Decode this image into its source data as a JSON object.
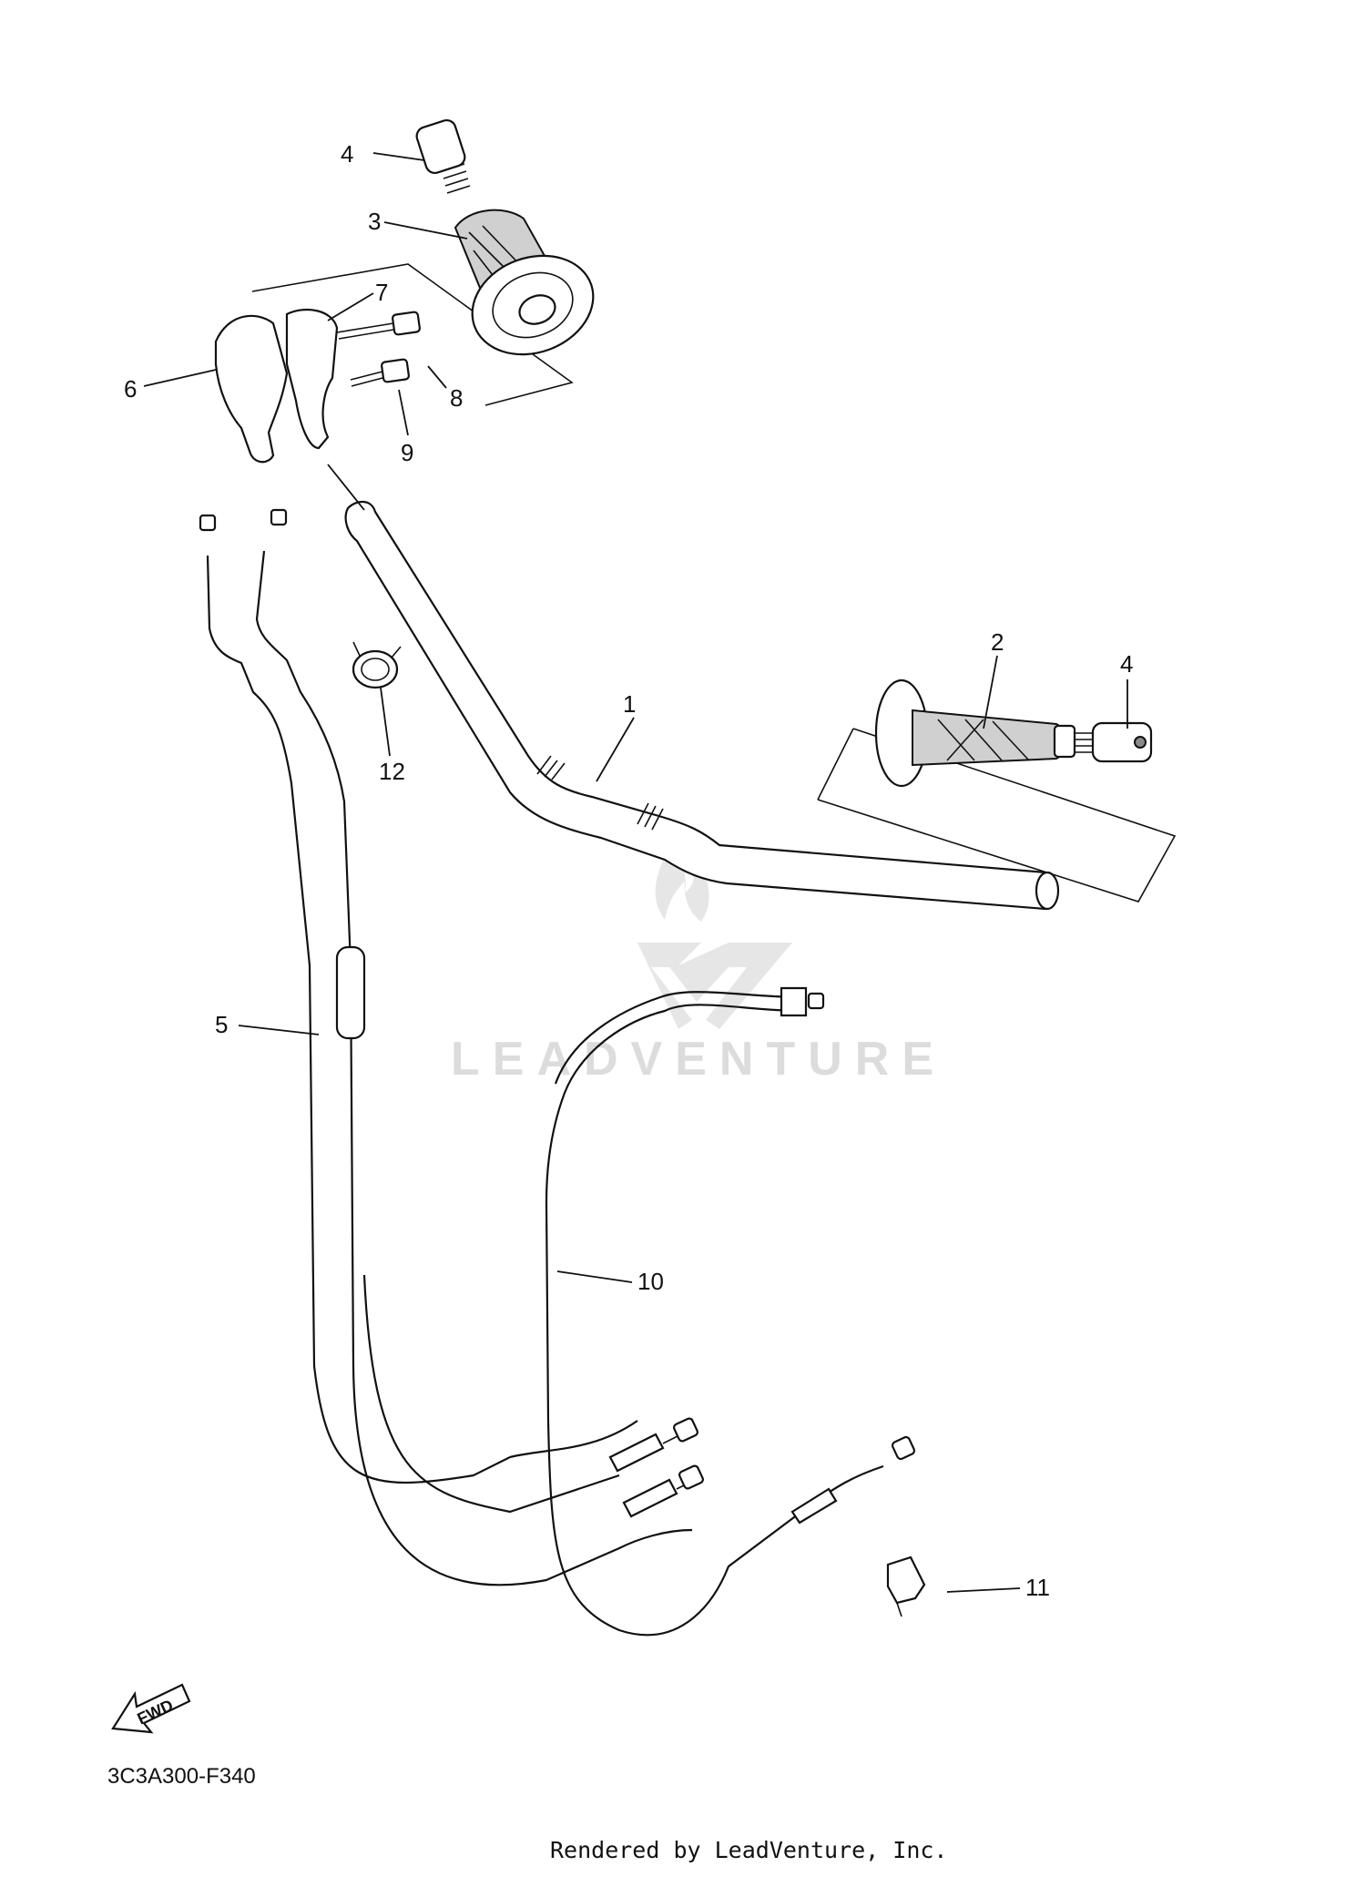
{
  "diagram": {
    "part_code": "3C3A300-F340",
    "render_credit": "Rendered by LeadVenture, Inc.",
    "watermark": "LEADVENTURE",
    "fwd_label": "FWD",
    "callouts": {
      "c1": "1",
      "c2": "2",
      "c3": "3",
      "c4a": "4",
      "c4b": "4",
      "c5": "5",
      "c6": "6",
      "c7": "7",
      "c8": "8",
      "c9": "9",
      "c10": "10",
      "c11": "11",
      "c12": "12"
    }
  }
}
